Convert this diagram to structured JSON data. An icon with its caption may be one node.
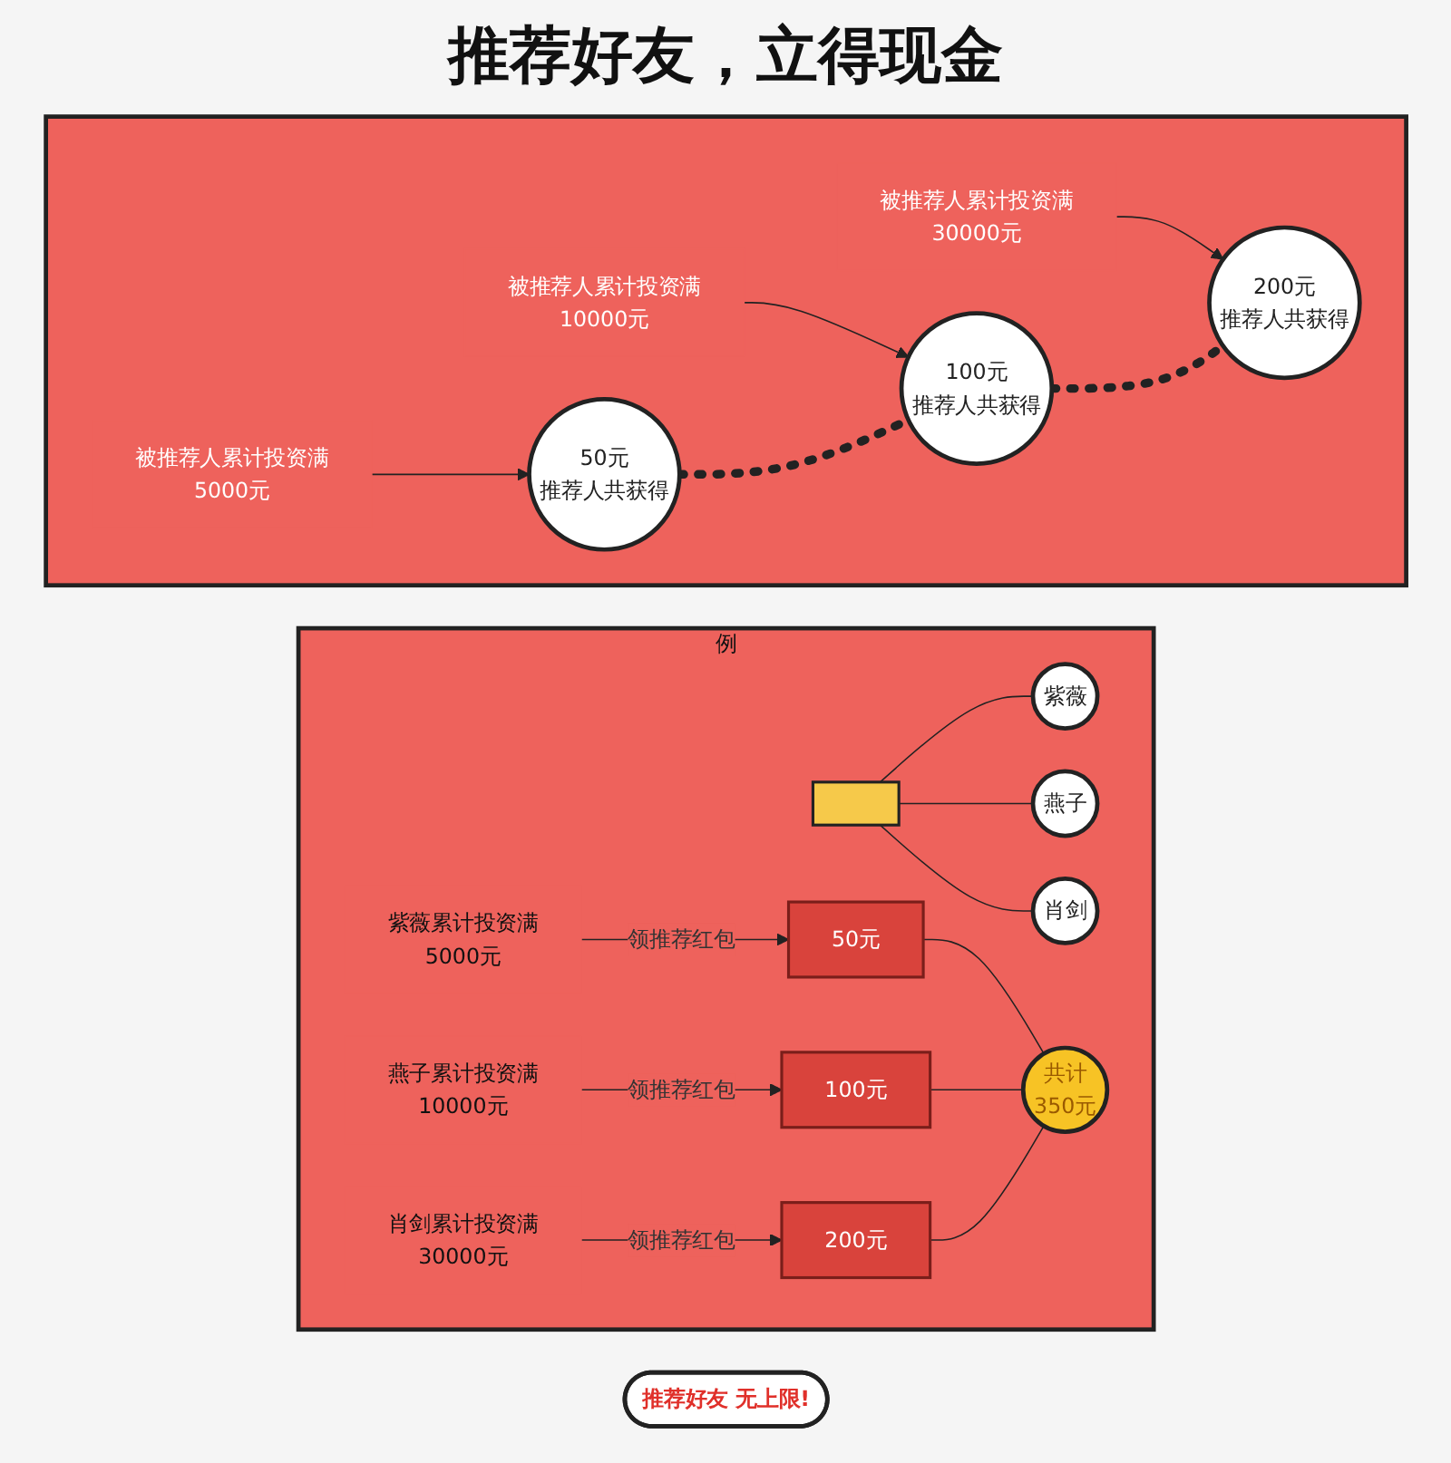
{
  "diagram": {
    "title": "推荐好友，立得现金",
    "nodes": [
      {
        "text": [],
        "shape": "box"
      },
      {
        "text": [
          "推荐好友 无上限!"
        ]
      },
      {
        "text": [
          "被推荐人累计投资满",
          "5000元"
        ],
        "in": 0
      },
      {
        "text": [
          "50元",
          "推荐人共获得"
        ],
        "in": 0
      },
      {
        "text": [
          "被推荐人累计投资满",
          "10000元"
        ],
        "in": 0
      },
      {
        "text": [
          "100元",
          "推荐人共获得"
        ],
        "in": 0
      },
      {
        "text": [
          "被推荐人累计投资满",
          "30000元"
        ],
        "in": 0
      },
      {
        "text": [
          "200元",
          "推荐人共获得"
        ],
        "in": 0
      },
      {
        "text": [
          "例"
        ]
      },
      {
        "text": [],
        "shape": "picture",
        "in": 8
      },
      {
        "text": [
          "紫薇"
        ],
        "in": 8
      },
      {
        "text": [
          "燕子"
        ],
        "in": 8
      },
      {
        "text": [
          "肖剑"
        ],
        "in": 8
      },
      {
        "text": [
          "紫薇累计投资满",
          "5000元"
        ],
        "in": 8
      },
      {
        "text": [
          "燕子累计投资满",
          "10000元"
        ],
        "in": 8
      },
      {
        "text": [
          "肖剑累计投资满",
          "30000元"
        ],
        "in": 8
      },
      {
        "text": [
          "50元"
        ],
        "in": 8
      },
      {
        "text": [
          "100元"
        ],
        "in": 8
      },
      {
        "text": [
          "200元"
        ],
        "in": 8
      },
      {
        "text": [
          "共计",
          "350元"
        ],
        "in": 8
      }
    ],
    "edges": [
      {
        "from": 2,
        "to": 3,
        "arrow": "to"
      },
      {
        "from": 4,
        "to": 5,
        "arrow": "to"
      },
      {
        "from": 6,
        "to": 7,
        "arrow": "to"
      },
      {
        "from": 3,
        "to": 5,
        "arrow": "none",
        "style": "dashed"
      },
      {
        "from": 5,
        "to": 7,
        "arrow": "none",
        "style": "dashed"
      },
      {
        "from": 9,
        "to": 10,
        "arrow": "none"
      },
      {
        "from": 9,
        "to": 11,
        "arrow": "none"
      },
      {
        "from": 9,
        "to": 12,
        "arrow": "none"
      },
      {
        "from": 13,
        "to": 16,
        "arrow": "to",
        "label": "领推荐红包"
      },
      {
        "from": 14,
        "to": 17,
        "arrow": "to",
        "label": "领推荐红包"
      },
      {
        "from": 15,
        "to": 18,
        "arrow": "to",
        "label": "领推荐红包"
      },
      {
        "from": 16,
        "to": 19,
        "arrow": "none"
      },
      {
        "from": 17,
        "to": 19,
        "arrow": "none"
      },
      {
        "from": 18,
        "to": 19,
        "arrow": "none"
      }
    ]
  }
}
